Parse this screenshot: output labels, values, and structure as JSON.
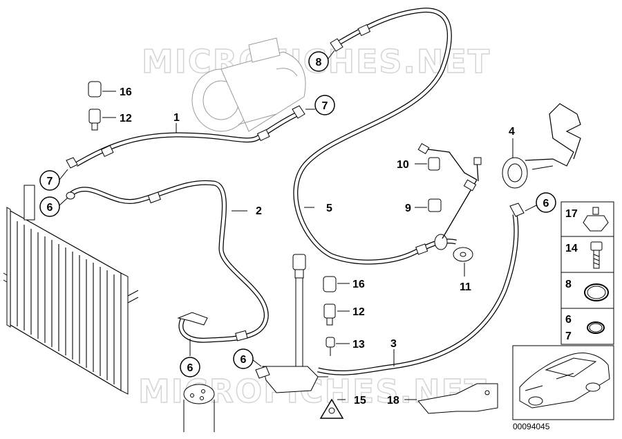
{
  "diagram": {
    "reference_number": "00094045",
    "watermark_top": "MICROFICHES.NET",
    "watermark_bottom": "MICROFICHES.NET",
    "callouts": {
      "c1": "1",
      "c2": "2",
      "c3": "3",
      "c4": "4",
      "c5": "5",
      "c6a": "6",
      "c6b": "6",
      "c6c": "6",
      "c6d": "6",
      "c7a": "7",
      "c7b": "7",
      "c8": "8",
      "c9": "9",
      "c10": "10",
      "c11": "11",
      "c12a": "12",
      "c12b": "12",
      "c13": "13",
      "c15": "15",
      "c16a": "16",
      "c16b": "16",
      "c18": "18"
    },
    "legend": {
      "r17": "17",
      "r14": "14",
      "r8": "8",
      "r6": "6",
      "r7": "7"
    }
  }
}
